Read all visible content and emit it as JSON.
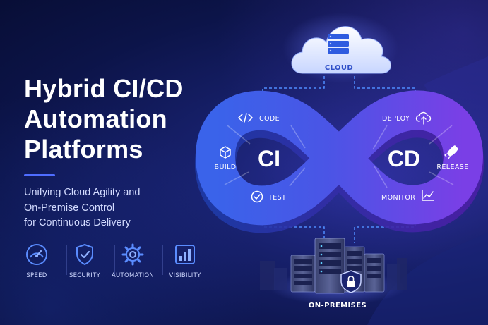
{
  "title_lines": [
    "Hybrid CI/CD",
    "Automation",
    "Platforms"
  ],
  "subtitle_lines": [
    "Unifying Cloud Agility and",
    "On-Premise Control",
    "for Continuous Delivery"
  ],
  "features": [
    "SPEED",
    "SECURITY",
    "AUTOMATION",
    "VISIBILITY"
  ],
  "cloud": {
    "label": "CLOUD"
  },
  "on_premises": {
    "label": "ON-PREMISES"
  },
  "loop": {
    "ci_label": "CI",
    "cd_label": "CD",
    "stages": {
      "code": "CODE",
      "build": "BUILD",
      "test": "TEST",
      "deploy": "DEPLOY",
      "release": "RELEASE",
      "monitor": "MONITOR"
    }
  },
  "colors": {
    "ci_blue": "#3a63ea",
    "cd_purple": "#7a3fe6",
    "accent_line": "#4f6dff",
    "background": "#0c1449"
  },
  "icons": [
    "gauge-icon",
    "shield-check-icon",
    "gear-icon",
    "bar-chart-icon",
    "code-icon",
    "cube-icon",
    "check-circle-icon",
    "cloud-upload-icon",
    "rocket-icon",
    "line-chart-icon",
    "lock-icon",
    "server-icon",
    "cloud-icon"
  ]
}
